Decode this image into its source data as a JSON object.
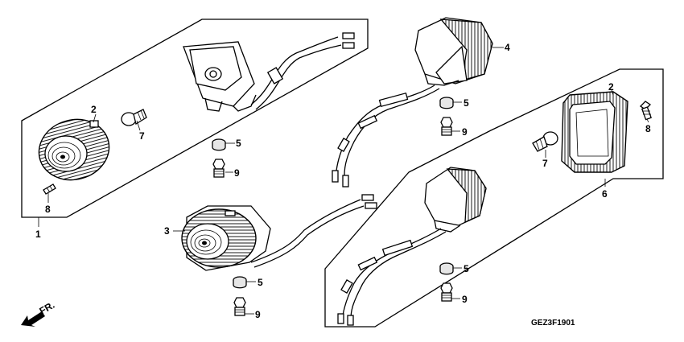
{
  "diagram_code": "GEZ3F1901",
  "front_marker": "FR.",
  "callouts": {
    "c1": "1",
    "c2a": "2",
    "c2b": "2",
    "c3": "3",
    "c4": "4",
    "c5a": "5",
    "c5b": "5",
    "c5c": "5",
    "c6": "6",
    "c7a": "7",
    "c7b": "7",
    "c8a": "8",
    "c8b": "8",
    "c9a": "9",
    "c9b": "9",
    "c9c": "9"
  }
}
